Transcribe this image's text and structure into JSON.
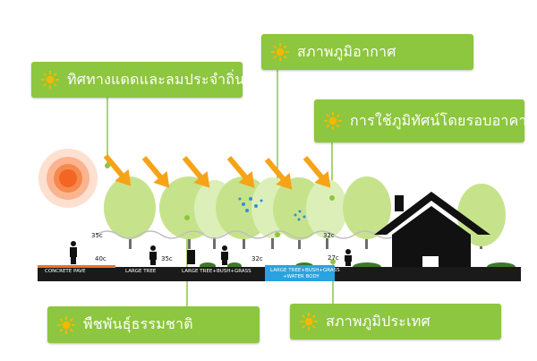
{
  "labels": {
    "sun_wind": "ทิศทางแดดและลมประจำถิ่น",
    "climate": "สภาพภูมิอากาศ",
    "building_view": "การใช้ภูมิทัศน์โดยรอบอาคาร",
    "native_plants": "พืชพันธุ์ธรรมชาติ",
    "terrain": "สภาพภูมิประเทศ"
  },
  "temperatures": [
    "35c",
    "40c",
    "35c",
    "32c",
    "32c",
    "27c"
  ],
  "zones": [
    "CONCRETE PAVE",
    "LARGE TREE",
    "LARGE TREE+BUSH+GRASS",
    "LARGE TREE+BUSH+GRASS",
    "+WATER BODY"
  ],
  "icons": [
    "sun-icon",
    "arrow-icon",
    "tree-icon",
    "person-icon",
    "house-icon"
  ],
  "colors": {
    "label_bg": "#8dc63f",
    "tree": "#c6e38c",
    "tree_light": "#dcefb8",
    "arrow": "#f6a318",
    "sun_core": "#f26522",
    "ground": "#1a1a1a",
    "water": "#29a3df",
    "concrete": "#e8742a"
  }
}
